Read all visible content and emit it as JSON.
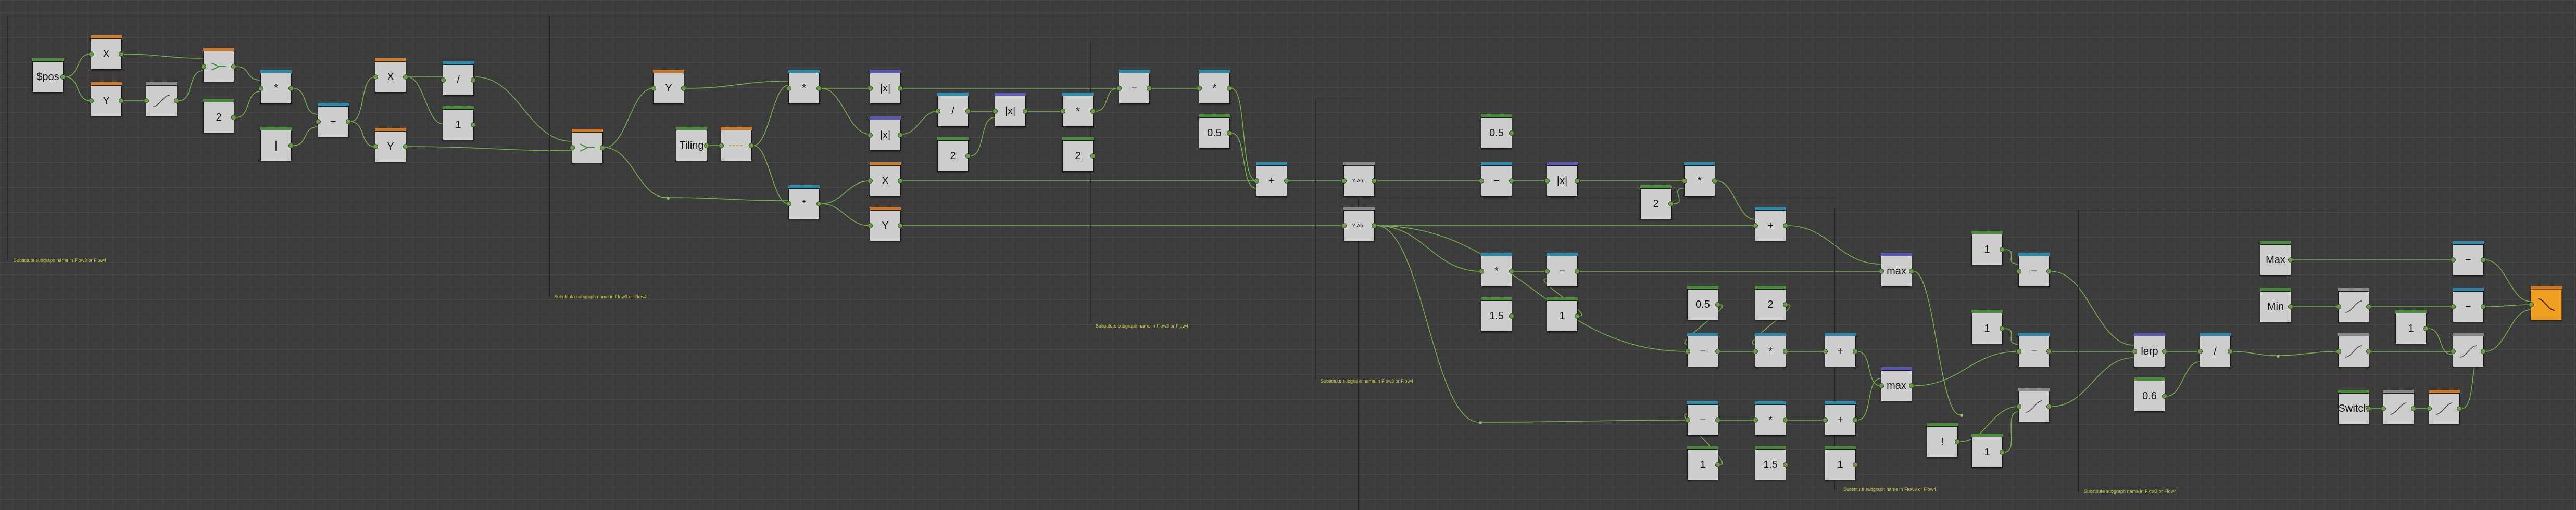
{
  "frame_comment": "Substitute subgraph name in Flow3 or Flow4",
  "nodes": {
    "pos": "$pos",
    "x": "X",
    "y": "Y",
    "two": "2",
    "mul": "*",
    "abs": "|",
    "minus": "−",
    "div": "/",
    "one": "1",
    "tiling": "Tiling",
    "absx": "|x|",
    "half": "0.5",
    "plus": "+",
    "onehalf": "1.5",
    "max": "max",
    "excl": "!",
    "lerp": "lerp",
    "point6": "0.6",
    "Max": "Max",
    "Min": "Min",
    "switch": "Switch"
  },
  "colors": {
    "wire": "#74b04a",
    "canvas": "#3c3c3c",
    "output": "#f0a020"
  }
}
